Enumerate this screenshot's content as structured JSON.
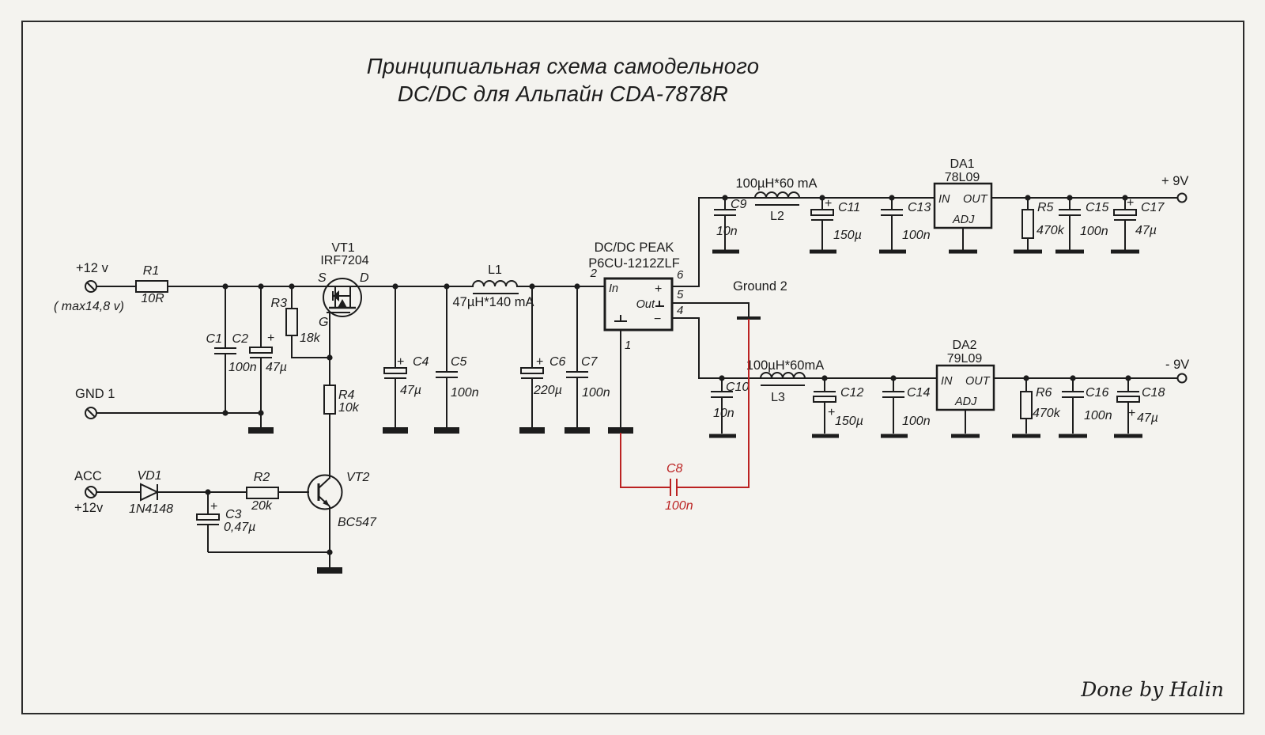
{
  "colors": {
    "background": "#f4f3ef",
    "wire": "#1c1c1c",
    "accent_red": "#bb2222"
  },
  "title": {
    "line1": "Принципиальная схема самодельного",
    "line2": "DC/DC для Альпайн CDA-7878R"
  },
  "signature": "Done by Halin",
  "terminals": {
    "vin": {
      "label": "+12 v",
      "note": "( max14,8 v)"
    },
    "gnd1": {
      "label": "GND 1"
    },
    "acc": {
      "label": "ACC",
      "note": "+12v"
    },
    "out_pos": {
      "label": "+ 9V"
    },
    "out_neg": {
      "label": "- 9V"
    }
  },
  "ground2": {
    "label": "Ground 2"
  },
  "module": {
    "name": "DC/DC PEAK",
    "part": "P6CU-1212ZLF",
    "ports": {
      "in": "In",
      "out": "Out",
      "plus": "+",
      "minus": "−"
    },
    "pins": {
      "p1": "1",
      "p2": "2",
      "p4": "4",
      "p5": "5",
      "p6": "6"
    }
  },
  "components": {
    "r1": {
      "ref": "R1",
      "value": "10R"
    },
    "r2": {
      "ref": "R2",
      "value": "20k"
    },
    "r3": {
      "ref": "R3",
      "value": "18k"
    },
    "r4": {
      "ref": "R4",
      "value": "10k"
    },
    "r5": {
      "ref": "R5",
      "value": "470k"
    },
    "r6": {
      "ref": "R6",
      "value": "470k"
    },
    "c1": {
      "ref": "C1",
      "value": "100n"
    },
    "c2": {
      "ref": "C2",
      "value": "47µ",
      "pol": "+"
    },
    "c3": {
      "ref": "C3",
      "value": "0,47µ",
      "pol": "+"
    },
    "c4": {
      "ref": "C4",
      "value": "47µ",
      "pol": "+"
    },
    "c5": {
      "ref": "C5",
      "value": "100n"
    },
    "c6": {
      "ref": "C6",
      "value": "220µ",
      "pol": "+"
    },
    "c7": {
      "ref": "C7",
      "value": "100n"
    },
    "c8": {
      "ref": "C8",
      "value": "100n"
    },
    "c9": {
      "ref": "C9",
      "value": "10n"
    },
    "c10": {
      "ref": "C10",
      "value": "10n"
    },
    "c11": {
      "ref": "C11",
      "value": "150µ",
      "pol": "+"
    },
    "c12": {
      "ref": "C12",
      "value": "150µ",
      "pol": "+"
    },
    "c13": {
      "ref": "C13",
      "value": "100n"
    },
    "c14": {
      "ref": "C14",
      "value": "100n"
    },
    "c15": {
      "ref": "C15",
      "value": "100n"
    },
    "c16": {
      "ref": "C16",
      "value": "100n"
    },
    "c17": {
      "ref": "C17",
      "value": "47µ",
      "pol": "+"
    },
    "c18": {
      "ref": "C18",
      "value": "47µ",
      "pol": "+"
    },
    "l1": {
      "ref": "L1",
      "value": "47µH*140 mA"
    },
    "l2": {
      "ref": "L2",
      "value": "100µH*60 mA"
    },
    "l3": {
      "ref": "L3",
      "value": "100µH*60mA"
    },
    "vd1": {
      "ref": "VD1",
      "part": "1N4148"
    },
    "vt1": {
      "ref": "VT1",
      "part": "IRF7204",
      "pins": {
        "s": "S",
        "d": "D",
        "g": "G"
      }
    },
    "vt2": {
      "ref": "VT2",
      "part": "BC547"
    },
    "da1": {
      "ref": "DA1",
      "part": "78L09",
      "pins": {
        "in": "IN",
        "out": "OUT",
        "adj": "ADJ"
      }
    },
    "da2": {
      "ref": "DA2",
      "part": "79L09",
      "pins": {
        "in": "IN",
        "out": "OUT",
        "adj": "ADJ"
      }
    }
  }
}
